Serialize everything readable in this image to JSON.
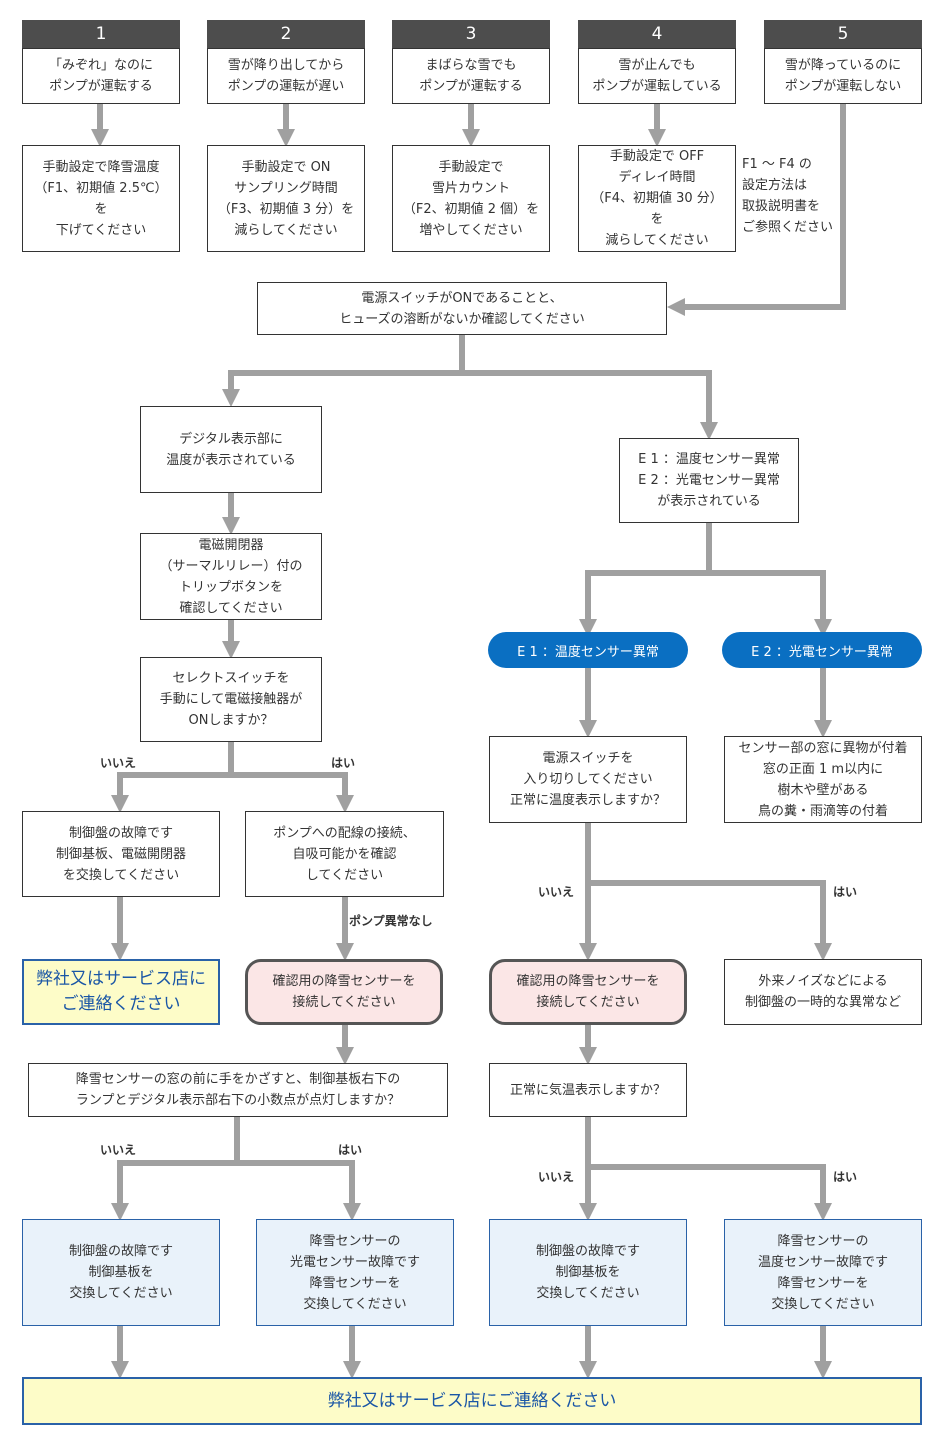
{
  "columns": [
    {
      "num": "1",
      "symptom": "「みぞれ」なのに\nポンプが運転する",
      "action": "手動設定で降雪温度\n（F1、初期値 2.5℃）を\n下げてください"
    },
    {
      "num": "2",
      "symptom": "雪が降り出してから\nポンプの運転が遅い",
      "action": "手動設定で ON\nサンプリング時間\n（F3、初期値 3 分）を\n減らしてください"
    },
    {
      "num": "3",
      "symptom": "まばらな雪でも\nポンプが運転する",
      "action": "手動設定で\n雪片カウント\n（F2、初期値 2 個）を\n増やしてください"
    },
    {
      "num": "4",
      "symptom": "雪が止んでも\nポンプが運転している",
      "action": "手動設定で OFF\nディレイ時間\n（F4、初期値 30 分）を\n減らしてください"
    },
    {
      "num": "5",
      "symptom": "雪が降っているのに\nポンプが運転しない",
      "action": ""
    }
  ],
  "note": "F1 ～ F4 の\n設定方法は\n取扱説明書を\nご参照ください",
  "power_check": "電源スイッチがONであることと、\nヒューズの溶断がないか確認してください",
  "left": {
    "temp_display": "デジタル表示部に\n温度が表示されている",
    "trip_button": "電磁開閉器\n（サーマルリレー）付の\nトリップボタンを\n確認してください",
    "select_switch": "セレクトスイッチを\n手動にして電磁接触器が\nONしますか？",
    "no": "いいえ",
    "yes": "はい",
    "board_fault": "制御盤の故障です\n制御基板、電磁開閉器\nを交換してください",
    "pump_wiring": "ポンプへの配線の接続、\n自吸可能かを確認\nしてください",
    "contact_dealer": "弊社又はサービス店に\nご連絡ください",
    "pump_ok": "ポンプ異常なし",
    "connect_sensor": "確認用の降雪センサーを\n接続してください",
    "hand_test": "降雪センサーの窓の前に手をかざすと、制御基板右下の\nランプとデジタル表示部右下の小数点が点灯しますか？",
    "no2": "いいえ",
    "yes2": "はい",
    "replace_board": "制御盤の故障です\n制御基板を\n交換してください",
    "photo_fault": "降雪センサーの\n光電センサー故障です\n降雪センサーを\n交換してください"
  },
  "right": {
    "error_display": "E 1 ：温度センサー異常\nE 2 ：光電センサー異常\nが表示されている",
    "e1": "E 1 ：温度センサー異常",
    "e2": "E 2 ：光電センサー異常",
    "power_cycle": "電源スイッチを\n入り切りしてください\n正常に温度表示しますか？",
    "foreign_matter": "センサー部の窓に異物が付着\n窓の正面 1 m以内に\n樹木や壁がある\n鳥の糞・雨滴等の付着",
    "no": "いいえ",
    "yes": "はい",
    "connect_sensor": "確認用の降雪センサーを\n接続してください",
    "external_noise": "外来ノイズなどによる\n制御盤の一時的な異常など",
    "temp_normal": "正常に気温表示しますか？",
    "no2": "いいえ",
    "yes2": "はい",
    "replace_board": "制御盤の故障です\n制御基板を\n交換してください",
    "temp_fault": "降雪センサーの\n温度センサー故障です\n降雪センサーを\n交換してください"
  },
  "final": "弊社又はサービス店にご連絡ください",
  "colors": {
    "arrow": "#a0a0a0",
    "header": "#4d4d4d",
    "pill": "#0a6fc2",
    "dealer_text": "#1a56a6"
  }
}
